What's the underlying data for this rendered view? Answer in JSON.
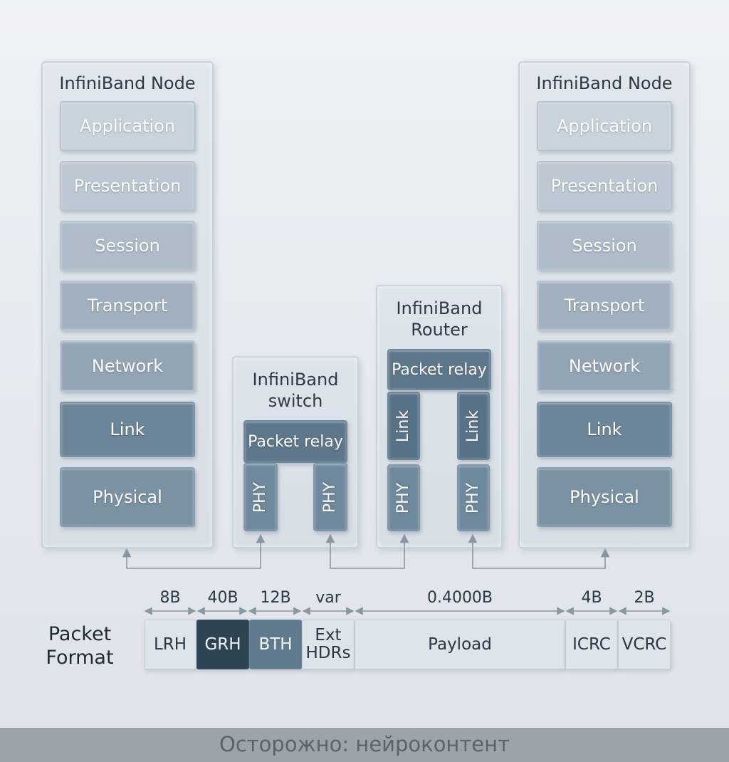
{
  "left_node": {
    "title": "InfiniBand Node",
    "layers": [
      "Application",
      "Presentation",
      "Session",
      "Transport",
      "Network",
      "Link",
      "Physical"
    ]
  },
  "right_node": {
    "title": "InfiniBand Node",
    "layers": [
      "Application",
      "Presentation",
      "Session",
      "Transport",
      "Network",
      "Link",
      "Physical"
    ]
  },
  "switch": {
    "title_line1": "InfiniBand",
    "title_line2": "switch",
    "relay": "Packet relay",
    "phy_left": "PHY",
    "phy_right": "PHY"
  },
  "router": {
    "title_line1": "InfiniBand",
    "title_line2": "Router",
    "relay": "Packet relay",
    "link_left": "Link",
    "link_right": "Link",
    "phy_left": "PHY",
    "phy_right": "PHY"
  },
  "packet_format": {
    "label_line1": "Packet",
    "label_line2": "Format",
    "fields": [
      {
        "size": "8B",
        "name": "LRH"
      },
      {
        "size": "40B",
        "name": "GRH"
      },
      {
        "size": "12B",
        "name": "BTH"
      },
      {
        "size": "var",
        "name_line1": "Ext",
        "name_line2": "HDRs"
      },
      {
        "size": "0.4000B",
        "name": "Payload"
      },
      {
        "size": "4B",
        "name": "ICRC"
      },
      {
        "size": "2B",
        "name": "VCRC"
      }
    ]
  },
  "footer": "Осторожно: нейроконтент"
}
